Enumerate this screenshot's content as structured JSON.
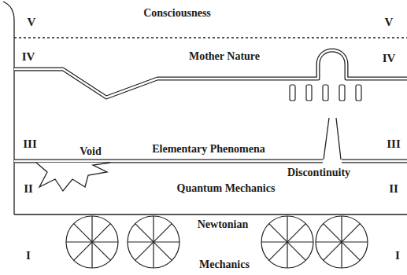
{
  "diagram": {
    "labels": [
      "V",
      "Consciousness",
      "V",
      "IV",
      "Mother Nature",
      "IV",
      "III",
      "Elementary Phenomena",
      "III",
      "Void",
      "Discontinuity",
      "II",
      "Quantum Mechanics",
      "II",
      "Newtonian",
      "I",
      "Mechanics",
      "I"
    ]
  }
}
